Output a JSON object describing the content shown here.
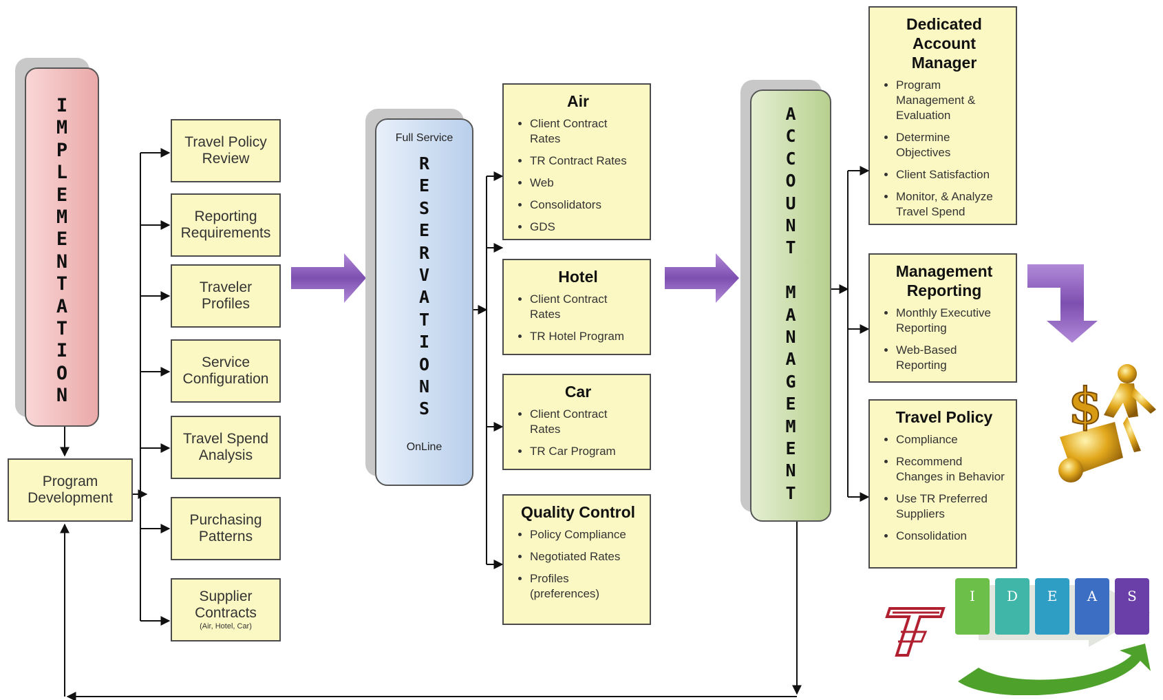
{
  "implementation": {
    "letters": [
      "I",
      "M",
      "P",
      "L",
      "E",
      "M",
      "E",
      "N",
      "T",
      "A",
      "T",
      "I",
      "O",
      "N"
    ]
  },
  "program_development": "Program Development",
  "implementation_items": [
    {
      "label": "Travel Policy Review",
      "sub": ""
    },
    {
      "label": "Reporting Requirements",
      "sub": ""
    },
    {
      "label": "Traveler Profiles",
      "sub": ""
    },
    {
      "label": "Service Configuration",
      "sub": ""
    },
    {
      "label": "Travel Spend Analysis",
      "sub": ""
    },
    {
      "label": "Purchasing Patterns",
      "sub": ""
    },
    {
      "label": "Supplier Contracts",
      "sub": "(Air, Hotel, Car)"
    }
  ],
  "reservations": {
    "top_label": "Full Service",
    "letters": [
      "R",
      "E",
      "S",
      "E",
      "R",
      "V",
      "A",
      "T",
      "I",
      "O",
      "N",
      "S"
    ],
    "bottom_label": "OnLine"
  },
  "reservation_details": [
    {
      "title": "Air",
      "items": [
        "Client Contract Rates",
        "TR Contract Rates",
        "Web",
        "Consolidators",
        "GDS"
      ]
    },
    {
      "title": "Hotel",
      "items": [
        "Client Contract Rates",
        "TR Hotel Program"
      ]
    },
    {
      "title": "Car",
      "items": [
        "Client Contract Rates",
        "TR Car Program"
      ]
    },
    {
      "title": "Quality Control",
      "items": [
        "Policy Compliance",
        "Negotiated Rates",
        "Profiles (preferences)"
      ]
    }
  ],
  "account_management": {
    "letters": [
      "A",
      "C",
      "C",
      "O",
      "U",
      "N",
      "T",
      " ",
      "M",
      "A",
      "N",
      "A",
      "G",
      "E",
      "M",
      "E",
      "N",
      "T"
    ]
  },
  "account_details": [
    {
      "title": "Dedicated Account Manager",
      "items": [
        "Program Management & Evaluation",
        "Determine Objectives",
        "Client Satisfaction",
        "Monitor, & Analyze Travel Spend"
      ]
    },
    {
      "title": "Management Reporting",
      "items": [
        "Monthly Executive Reporting",
        "Web-Based Reporting"
      ]
    },
    {
      "title": "Travel Policy",
      "items": [
        "Compliance",
        "Recommend Changes in Behavior",
        "Use TR Preferred Suppliers",
        "Consolidation"
      ]
    }
  ],
  "ideas_steps": [
    {
      "letter": "I",
      "color": "#6cc04a"
    },
    {
      "letter": "D",
      "color": "#3fb6a8"
    },
    {
      "letter": "E",
      "color": "#2f9ec4"
    },
    {
      "letter": "A",
      "color": "#3c6fc4"
    },
    {
      "letter": "S",
      "color": "#6a3fa8"
    }
  ],
  "colors": {
    "box_fill": "#fbf8c3",
    "implementation_fill": "#f5c2c2",
    "reservations_fill": "#cfe0f4",
    "account_fill": "#cfe0b0",
    "arrow_purple": "#8b5fb8"
  }
}
